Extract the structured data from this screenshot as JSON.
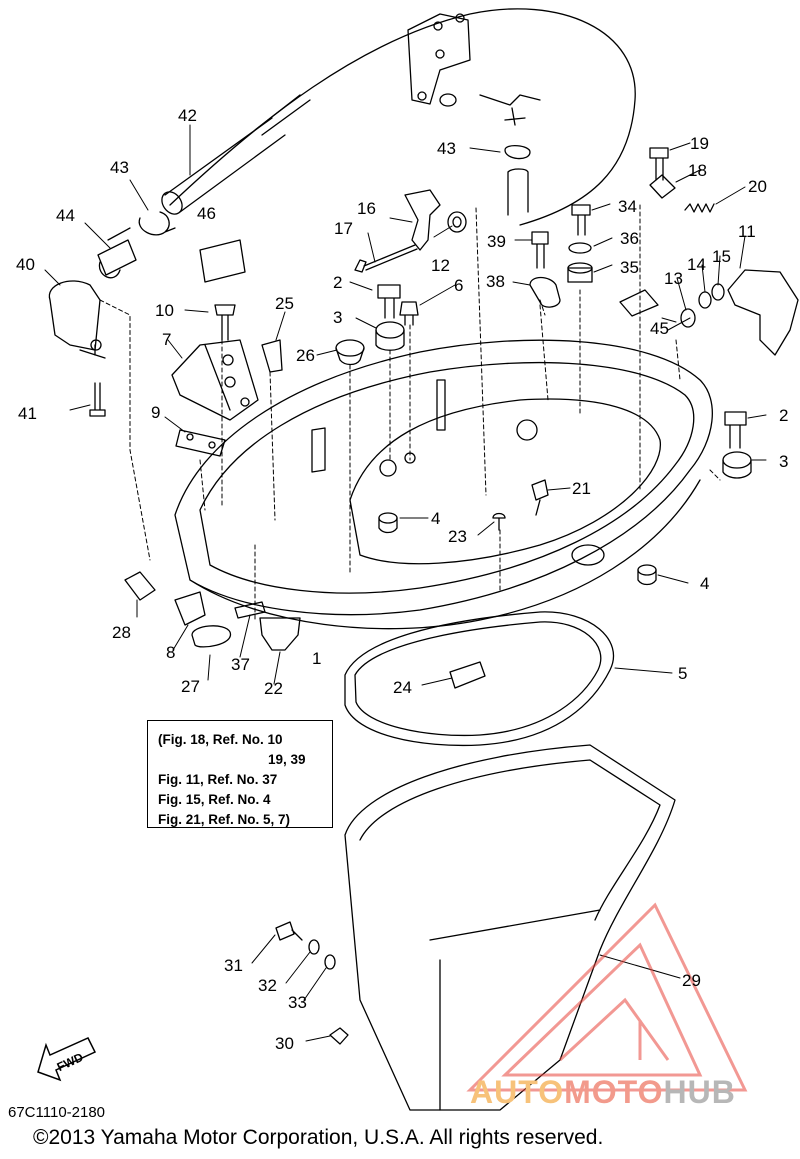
{
  "callouts": {
    "c1": "1",
    "c2a": "2",
    "c2b": "2",
    "c3a": "3",
    "c3b": "3",
    "c4a": "4",
    "c4b": "4",
    "c5": "5",
    "c6": "6",
    "c7": "7",
    "c8": "8",
    "c9": "9",
    "c10": "10",
    "c11": "11",
    "c12": "12",
    "c13": "13",
    "c14": "14",
    "c15": "15",
    "c16": "16",
    "c17": "17",
    "c18": "18",
    "c19": "19",
    "c20": "20",
    "c21": "21",
    "c22": "22",
    "c23": "23",
    "c24": "24",
    "c25": "25",
    "c26": "26",
    "c27": "27",
    "c28": "28",
    "c29": "29",
    "c30": "30",
    "c31": "31",
    "c32": "32",
    "c33": "33",
    "c34": "34",
    "c35": "35",
    "c36": "36",
    "c37": "37",
    "c38": "38",
    "c39": "39",
    "c40": "40",
    "c41": "41",
    "c42": "42",
    "c43a": "43",
    "c43b": "43",
    "c44": "44",
    "c45": "45",
    "c46": "46"
  },
  "reference_box": {
    "line1": "(Fig. 18, Ref. No. 10",
    "line2": "19, 39",
    "line3": "Fig. 11, Ref. No. 37",
    "line4": "Fig. 15, Ref. No. 4",
    "line5": "Fig. 21, Ref. No. 5, 7)"
  },
  "fwd_label": "FWD",
  "part_code": "67C1110-2180",
  "copyright": "©2013 Yamaha Motor Corporation, U.S.A. All rights reserved.",
  "watermark": {
    "part1": "AUTO",
    "part2": "MOTO",
    "part3": "HUB"
  },
  "colors": {
    "line": "#000000",
    "watermark_red": "#e8453c",
    "watermark_orange": "#f7c27a",
    "watermark_gray": "#b7b7b7"
  }
}
